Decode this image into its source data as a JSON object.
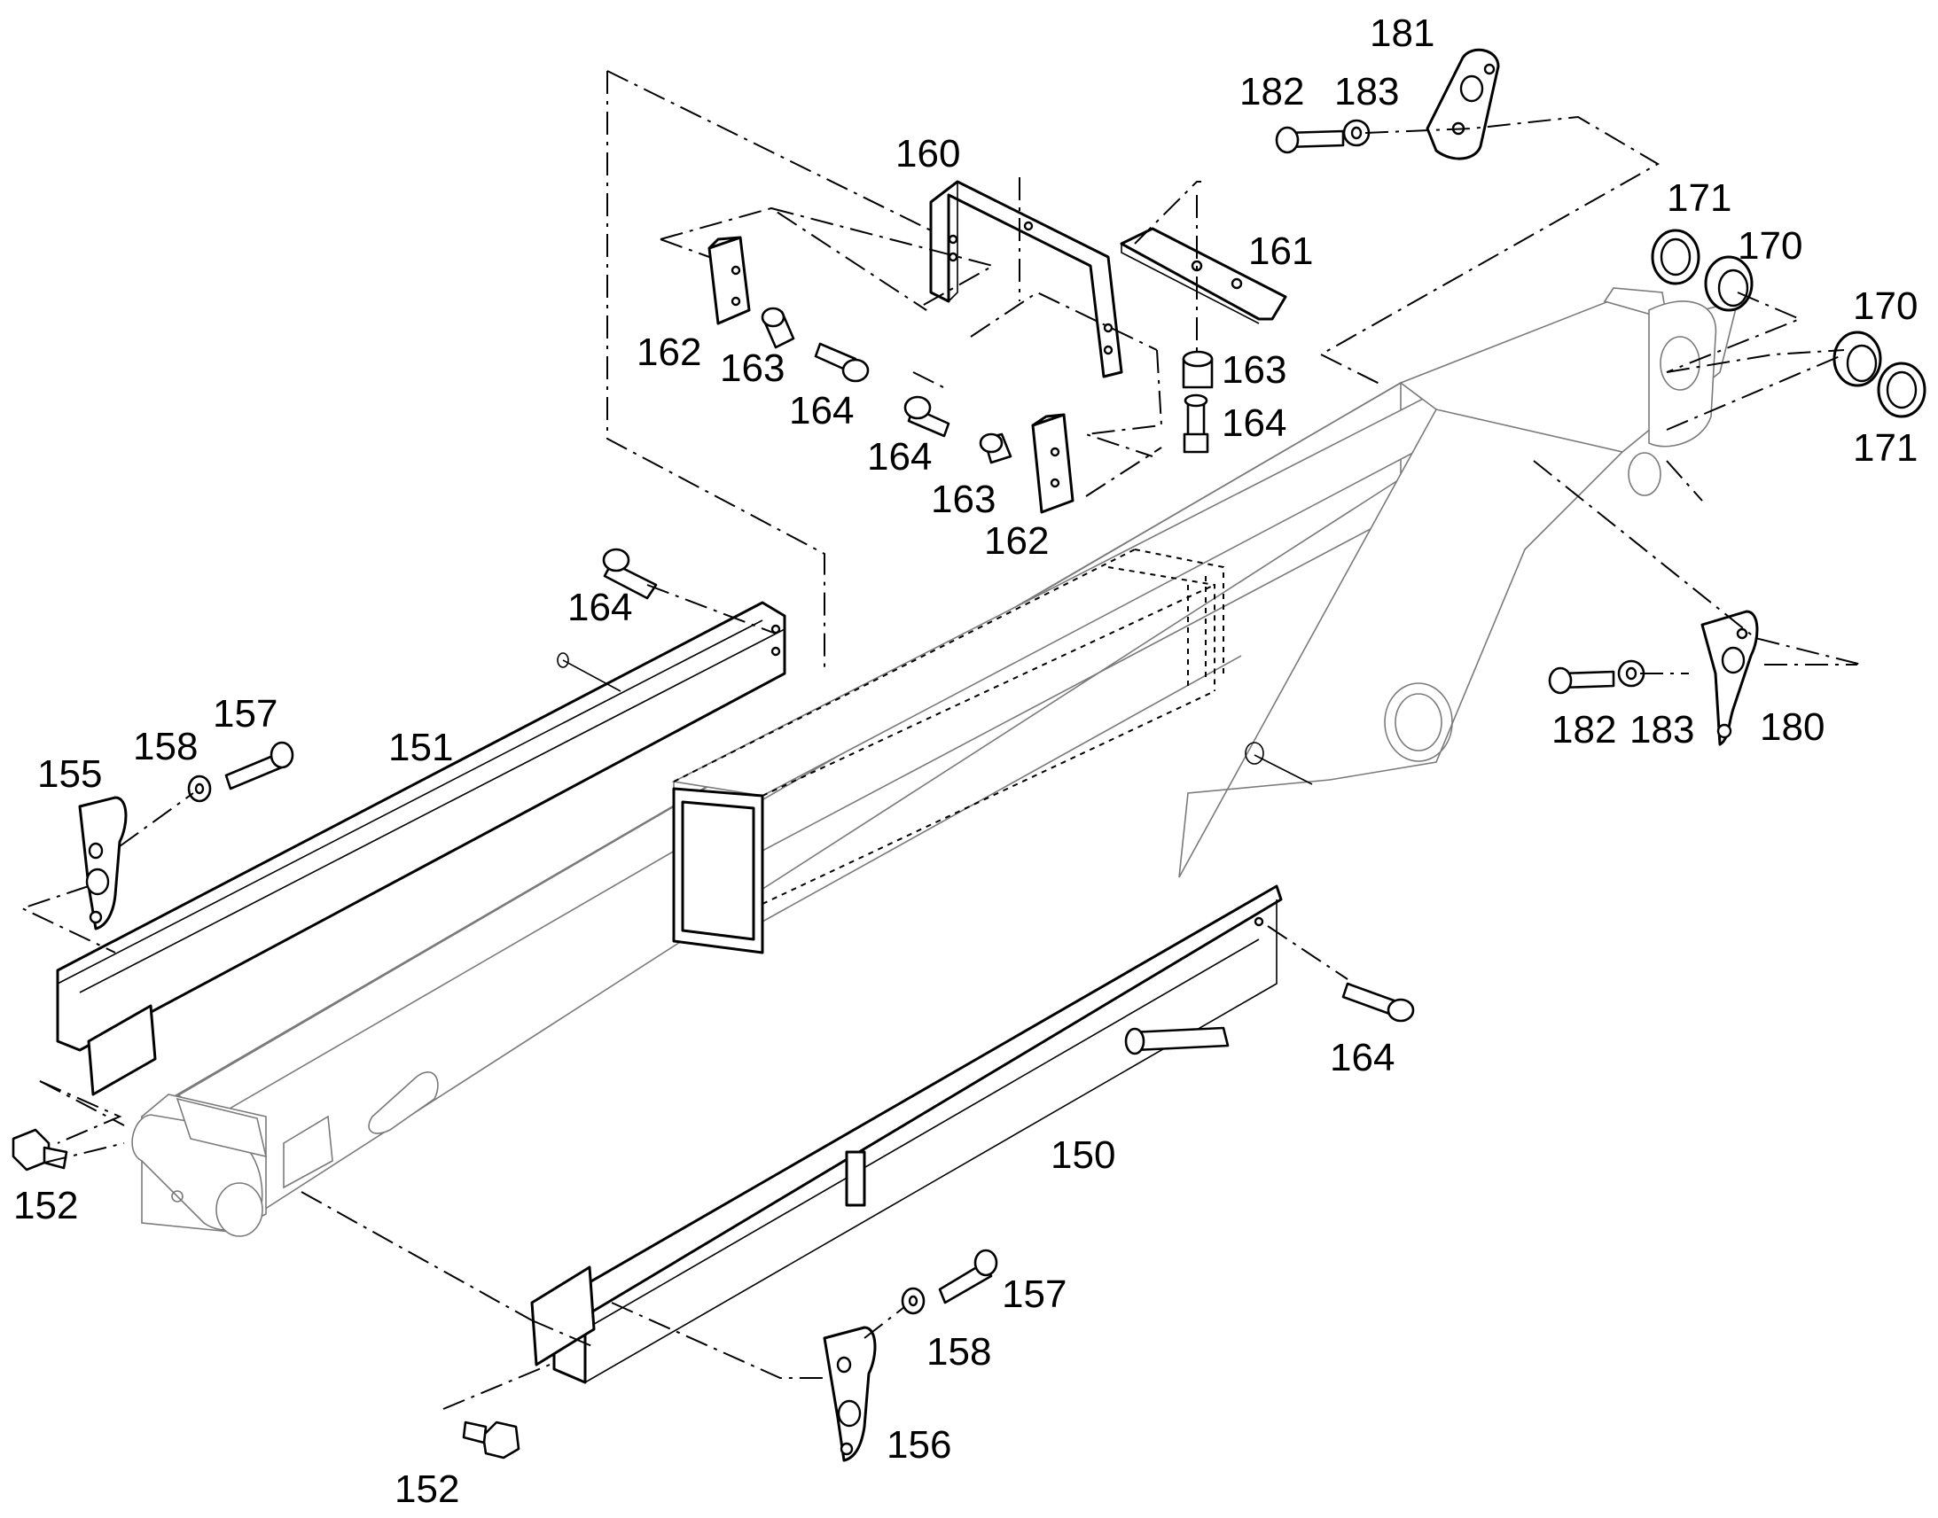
{
  "callouts": [
    {
      "id": "c181",
      "text": "181"
    },
    {
      "id": "c182a",
      "text": "182"
    },
    {
      "id": "c183a",
      "text": "183"
    },
    {
      "id": "c160",
      "text": "160"
    },
    {
      "id": "c161",
      "text": "161"
    },
    {
      "id": "c171a",
      "text": "171"
    },
    {
      "id": "c170a",
      "text": "170"
    },
    {
      "id": "c170b",
      "text": "170"
    },
    {
      "id": "c171b",
      "text": "171"
    },
    {
      "id": "c162a",
      "text": "162"
    },
    {
      "id": "c163a",
      "text": "163"
    },
    {
      "id": "c164a",
      "text": "164"
    },
    {
      "id": "c163b",
      "text": "163"
    },
    {
      "id": "c164b",
      "text": "164"
    },
    {
      "id": "c164c",
      "text": "164"
    },
    {
      "id": "c163c",
      "text": "163"
    },
    {
      "id": "c162b",
      "text": "162"
    },
    {
      "id": "c164d",
      "text": "164"
    },
    {
      "id": "c182b",
      "text": "182"
    },
    {
      "id": "c183b",
      "text": "183"
    },
    {
      "id": "c180",
      "text": "180"
    },
    {
      "id": "c157a",
      "text": "157"
    },
    {
      "id": "c158a",
      "text": "158"
    },
    {
      "id": "c155",
      "text": "155"
    },
    {
      "id": "c151",
      "text": "151"
    },
    {
      "id": "c164e",
      "text": "164"
    },
    {
      "id": "c150",
      "text": "150"
    },
    {
      "id": "c152a",
      "text": "152"
    },
    {
      "id": "c157b",
      "text": "157"
    },
    {
      "id": "c158b",
      "text": "158"
    },
    {
      "id": "c156",
      "text": "156"
    },
    {
      "id": "c152b",
      "text": "152"
    }
  ]
}
